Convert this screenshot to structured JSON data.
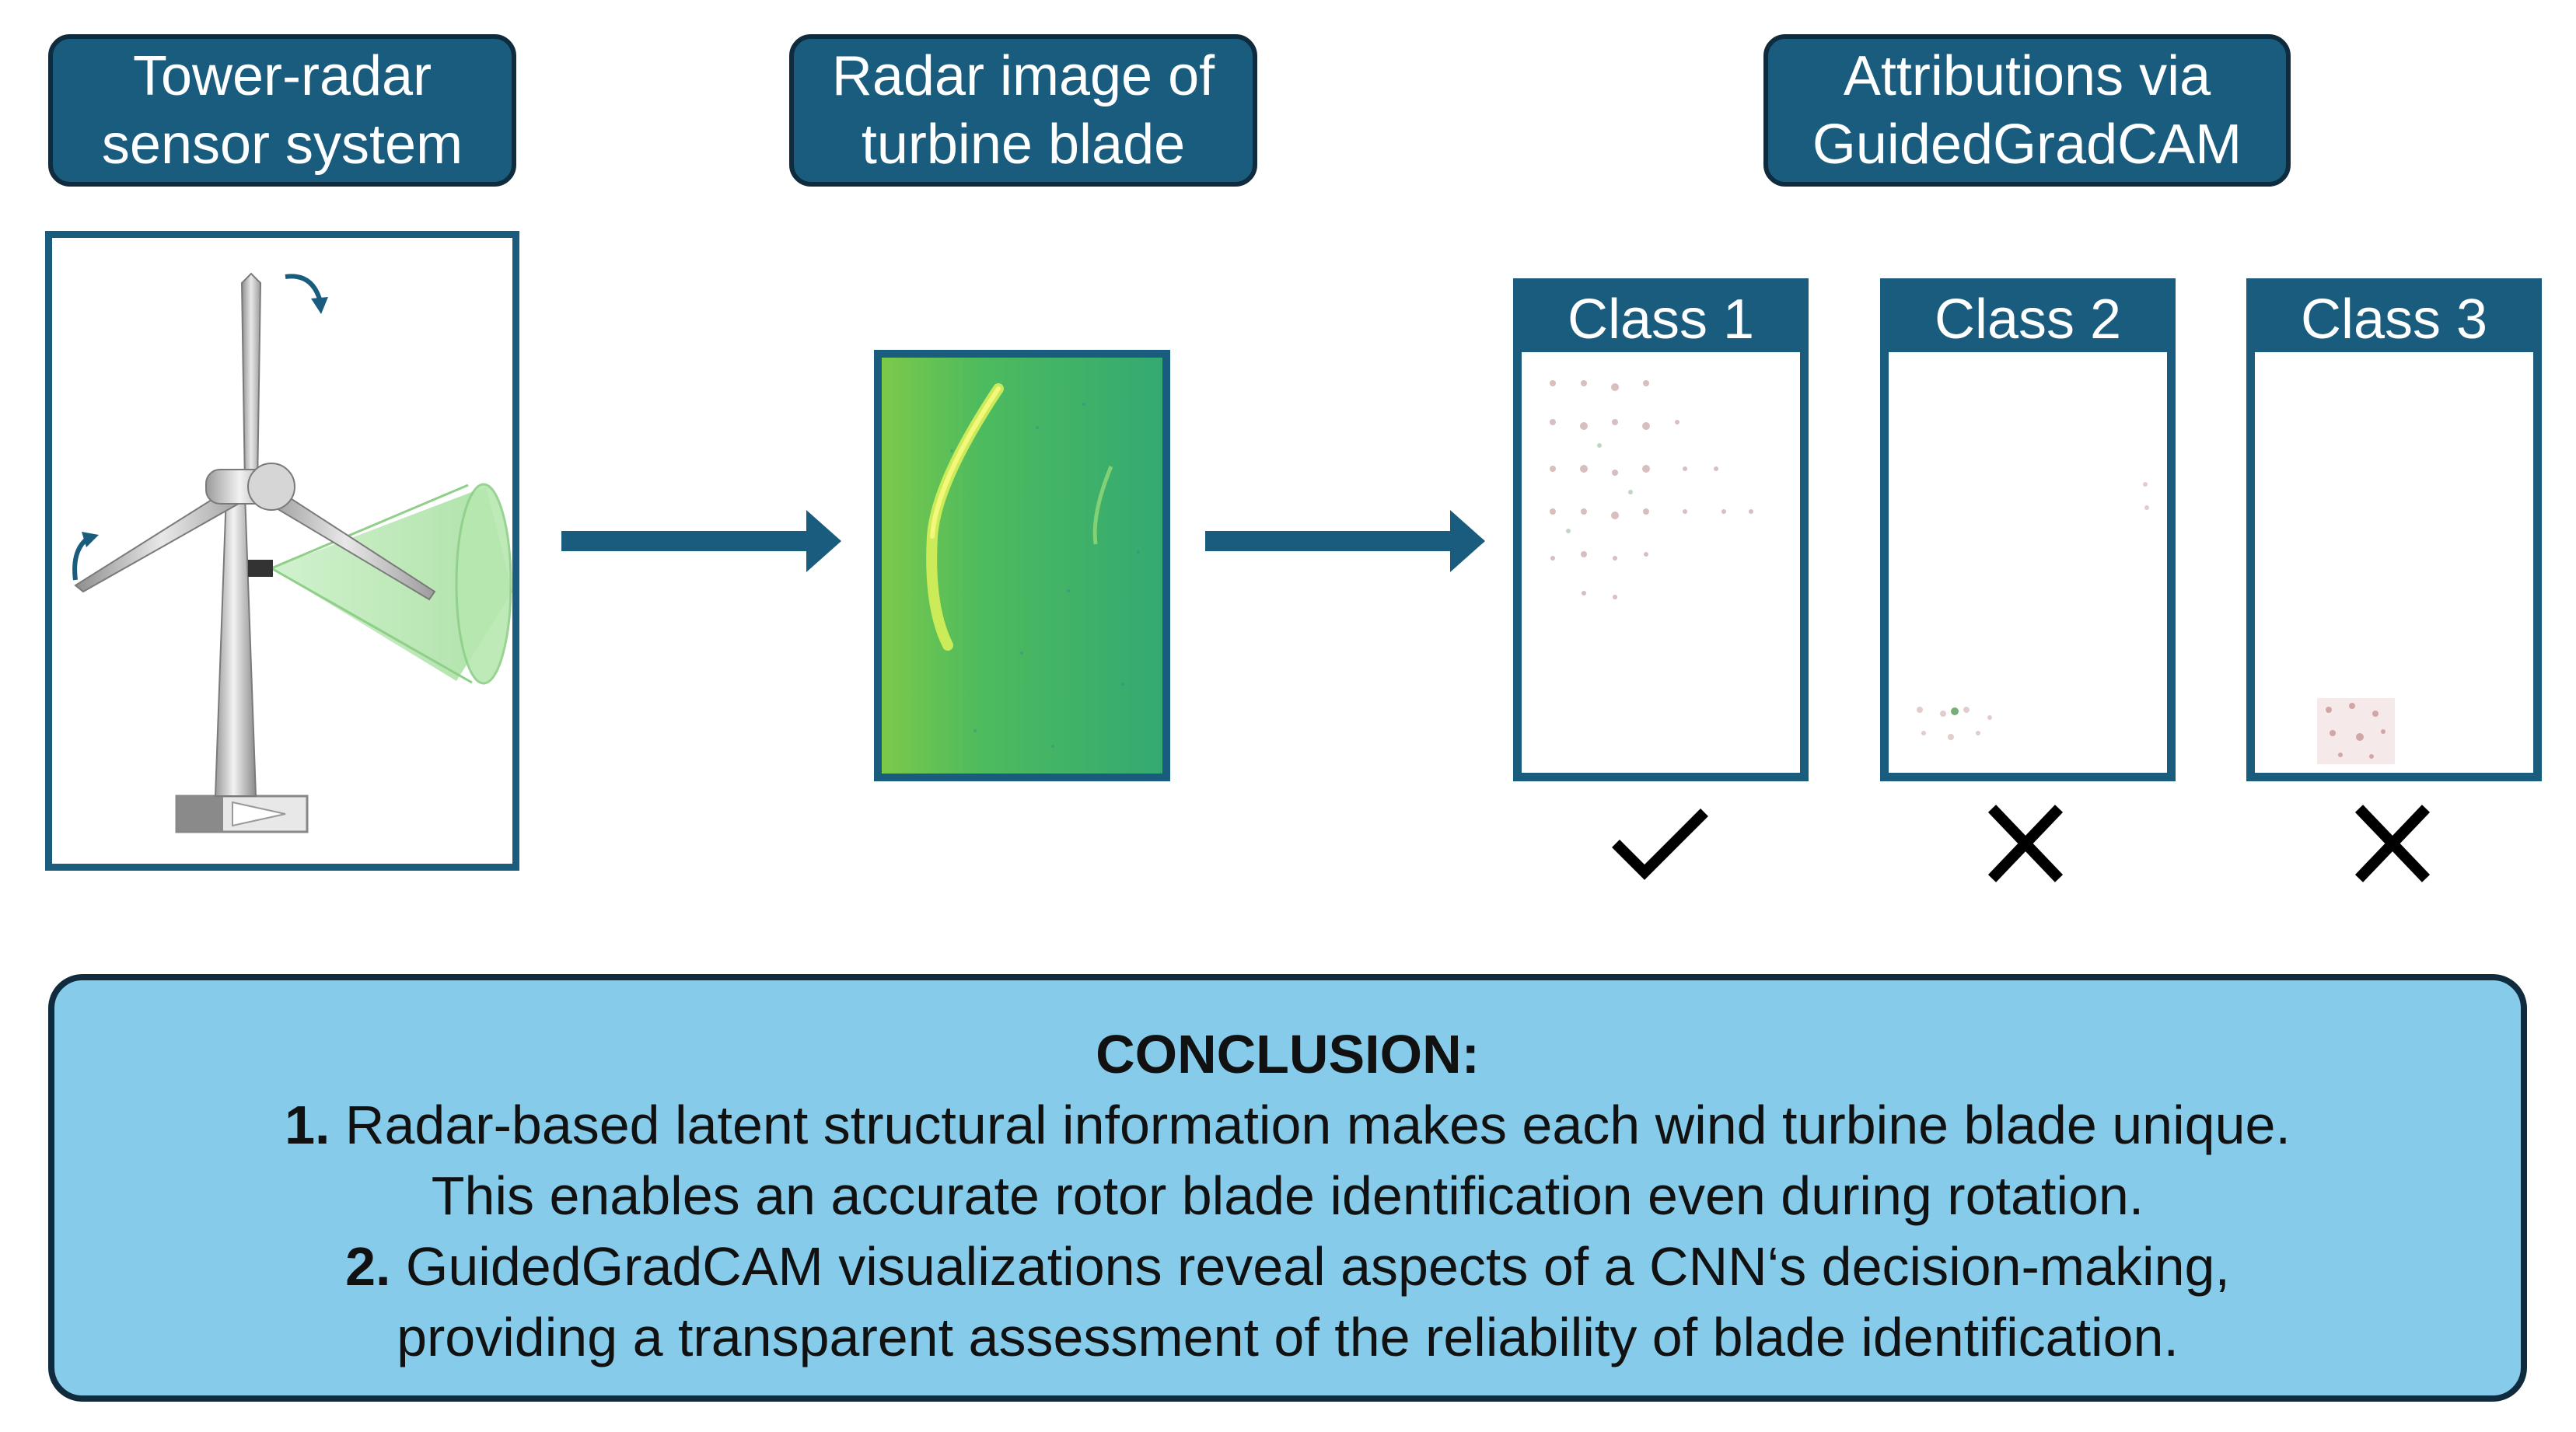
{
  "headers": {
    "sensor": [
      "Tower-radar",
      "sensor system"
    ],
    "radar": [
      "Radar image of",
      "turbine blade"
    ],
    "attributions": [
      "Attributions via",
      "GuidedGradCAM"
    ]
  },
  "classes": [
    {
      "label": "Class 1",
      "result": "check-icon"
    },
    {
      "label": "Class 2",
      "result": "cross-icon"
    },
    {
      "label": "Class 3",
      "result": "cross-icon"
    }
  ],
  "conclusion": {
    "heading": "CONCLUSION:",
    "items": [
      {
        "num": "1.",
        "lines": [
          "Radar-based latent structural information makes each wind turbine blade unique.",
          "This enables an accurate rotor blade identification even during rotation."
        ]
      },
      {
        "num": "2.",
        "lines": [
          "GuidedGradCAM visualizations reveal aspects of a CNN‘s decision-making,",
          "providing a transparent assessment of the reliability of blade identification."
        ]
      }
    ]
  },
  "colors": {
    "accent": "#1a5c7e",
    "border_dark": "#0f2b3d",
    "conclusion_bg": "#86cbea",
    "radar_green": "#3fae6a"
  }
}
